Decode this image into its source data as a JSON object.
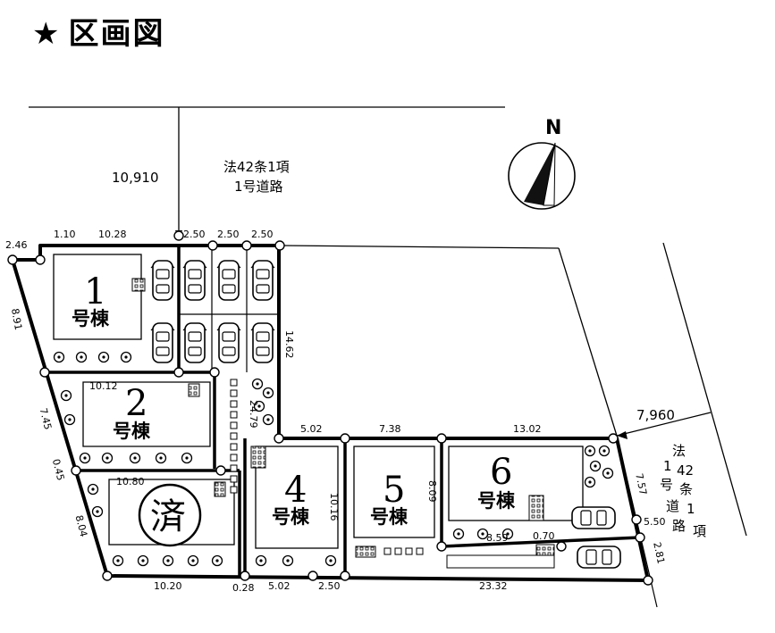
{
  "header": {
    "star": "★",
    "title": "区画図"
  },
  "compass": {
    "north": "N"
  },
  "road_north": {
    "width": "10,910",
    "line1": "法42条1項",
    "line2": "1号道路"
  },
  "road_east": {
    "width": "7,960",
    "label_chars": [
      "法",
      "1",
      "42",
      "号",
      "条",
      "道",
      "1",
      "路",
      "項"
    ]
  },
  "lots": [
    {
      "number": "1",
      "suffix": "号棟"
    },
    {
      "number": "2",
      "suffix": "号棟"
    },
    {
      "number": "4",
      "suffix": "号棟"
    },
    {
      "number": "5",
      "suffix": "号棟"
    },
    {
      "number": "6",
      "suffix": "号棟"
    }
  ],
  "sold_mark": "済",
  "dims": {
    "top_1_10": "1.10",
    "top_10_28": "10.28",
    "top_2_50a": "2.50",
    "top_2_50b": "2.50",
    "top_2_50c": "2.50",
    "corner_2_46": "2.46",
    "left_8_91": "8.91",
    "left_7_45": "7.45",
    "left_0_45": "0.45",
    "left_8_04": "8.04",
    "lot2_10_12": "10.12",
    "lot3_10_80": "10.80",
    "driveway_14_62": "14.62",
    "driveway_24_79": "24.79",
    "mid_5_02": "5.02",
    "mid_7_38": "7.38",
    "mid_13_02": "13.02",
    "lot4_10_16": "10.16",
    "lot5_8_09": "8.09",
    "right_7_57": "7.57",
    "right_5_50": "5.50",
    "right_2_81": "2.81",
    "lot6_8_59": "8.59",
    "lot6_0_70": "0.70",
    "bot_10_20": "10.20",
    "bot_0_28": "0.28",
    "bot_5_02": "5.02",
    "bot_2_50": "2.50",
    "bot_23_32": "23.32"
  }
}
